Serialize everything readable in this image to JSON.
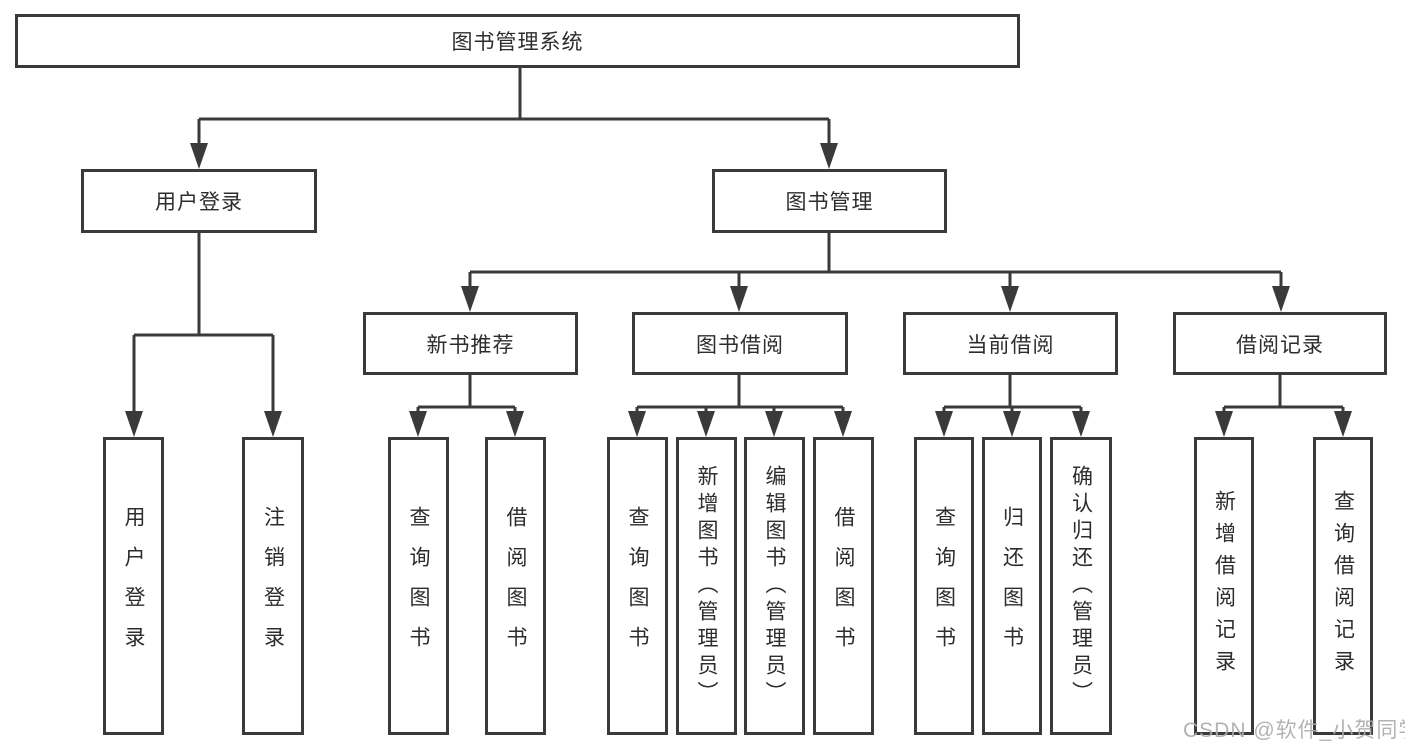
{
  "tree": {
    "label": "图书管理系统",
    "children": [
      {
        "label": "用户登录",
        "children": [
          {
            "label": "用户登录"
          },
          {
            "label": "注销登录"
          }
        ]
      },
      {
        "label": "图书管理",
        "children": [
          {
            "label": "新书推荐",
            "children": [
              {
                "label": "查询图书"
              },
              {
                "label": "借阅图书"
              }
            ]
          },
          {
            "label": "图书借阅",
            "children": [
              {
                "label": "查询图书"
              },
              {
                "label": "新增图书（管理员）"
              },
              {
                "label": "编辑图书（管理员）"
              },
              {
                "label": "借阅图书"
              }
            ]
          },
          {
            "label": "当前借阅",
            "children": [
              {
                "label": "查询图书"
              },
              {
                "label": "归还图书"
              },
              {
                "label": "确认归还（管理员）"
              }
            ]
          },
          {
            "label": "借阅记录",
            "children": [
              {
                "label": "新增借阅记录"
              },
              {
                "label": "查询借阅记录"
              }
            ]
          }
        ]
      }
    ]
  },
  "watermark": {
    "text": "CSDN @软件_小贺同学"
  },
  "colors": {
    "line": "#3a3a3a",
    "box_border": "#3a3a3a",
    "text": "#2d2d2d",
    "background": "#ffffff",
    "watermark": "#acacac"
  }
}
